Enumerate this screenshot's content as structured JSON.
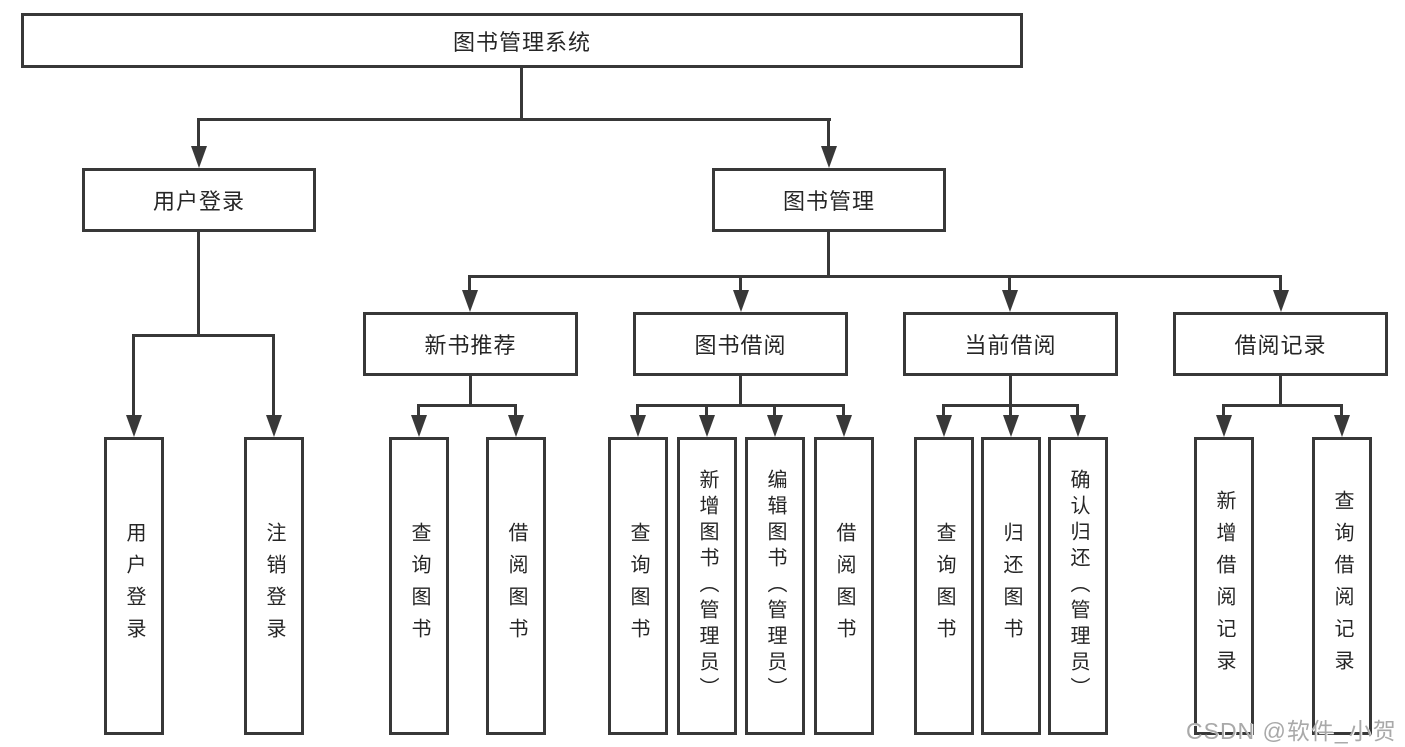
{
  "diagram": {
    "root": "图书管理系统",
    "level2": [
      "用户登录",
      "图书管理"
    ],
    "level3": [
      "新书推荐",
      "图书借阅",
      "当前借阅",
      "借阅记录"
    ],
    "leaf_groups": [
      {
        "parent": "用户登录",
        "items": [
          "用户登录",
          "注销登录"
        ]
      },
      {
        "parent": "新书推荐",
        "items": [
          "查询图书",
          "借阅图书"
        ]
      },
      {
        "parent": "图书借阅",
        "items": [
          "查询图书",
          "新增图书（管理员）",
          "编辑图书（管理员）",
          "借阅图书"
        ]
      },
      {
        "parent": "当前借阅",
        "items": [
          "查询图书",
          "归还图书",
          "确认归还（管理员）"
        ]
      },
      {
        "parent": "借阅记录",
        "items": [
          "新增借阅记录",
          "查询借阅记录"
        ]
      }
    ]
  },
  "watermark": "CSDN @软件_小贺同学",
  "colors": {
    "line": "#383838",
    "box_border": "#383838",
    "text": "#262626",
    "watermark": "#a9a9a9",
    "background": "#ffffff"
  }
}
